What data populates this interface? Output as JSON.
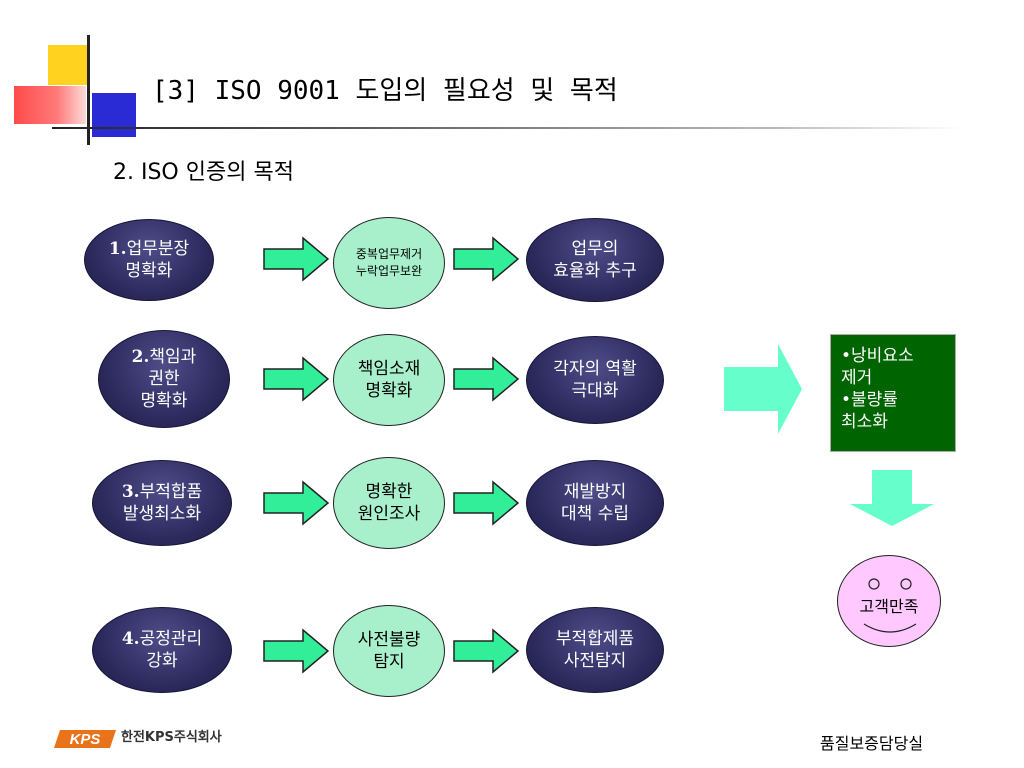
{
  "slide": {
    "title": "[3] ISO 9001 도입의 필요성 및 목적",
    "subtitle": "2. ISO 인증의 목적"
  },
  "rows": [
    {
      "cause_num": "1.",
      "cause_lines": [
        "업무분장",
        "명확화"
      ],
      "means_lines": [
        "중복업무제거",
        "누락업무보완"
      ],
      "effect_lines": [
        "업무의",
        "효율화 추구"
      ]
    },
    {
      "cause_num": "2.",
      "cause_lines": [
        "책임과",
        "권한",
        "명확화"
      ],
      "means_lines": [
        "책임소재",
        "명확화"
      ],
      "effect_lines": [
        "각자의 역활",
        "극대화"
      ]
    },
    {
      "cause_num": "3.",
      "cause_lines": [
        "부적합품",
        "발생최소화"
      ],
      "means_lines": [
        "명확한",
        "원인조사"
      ],
      "effect_lines": [
        "재발방지",
        "대책 수립"
      ]
    },
    {
      "cause_num": "4.",
      "cause_lines": [
        "공정관리",
        "강화"
      ],
      "means_lines": [
        "사전불량",
        "탐지"
      ],
      "effect_lines": [
        "부적합제품",
        "사전탐지"
      ]
    }
  ],
  "result_box": {
    "lines": [
      "•낭비요소",
      " 제거",
      "•불량률",
      " 최소화"
    ]
  },
  "goal": {
    "label": "고객만족"
  },
  "footer": {
    "company_ko": "한전KPS주식회사",
    "company_en": "",
    "department": "품질보증담당실"
  },
  "colors": {
    "ellipse_dark": "#302e63",
    "circle_green": "#a8f0cc",
    "arrow": "#33ee99",
    "result_box": "#006400",
    "smiley": "#ffc8ff",
    "logo_orange": "#e8731a"
  },
  "icons": {
    "row_arrow": "right-arrow",
    "big_arrow": "right-arrow",
    "down_arrow": "down-arrow",
    "goal": "smiley-face"
  }
}
